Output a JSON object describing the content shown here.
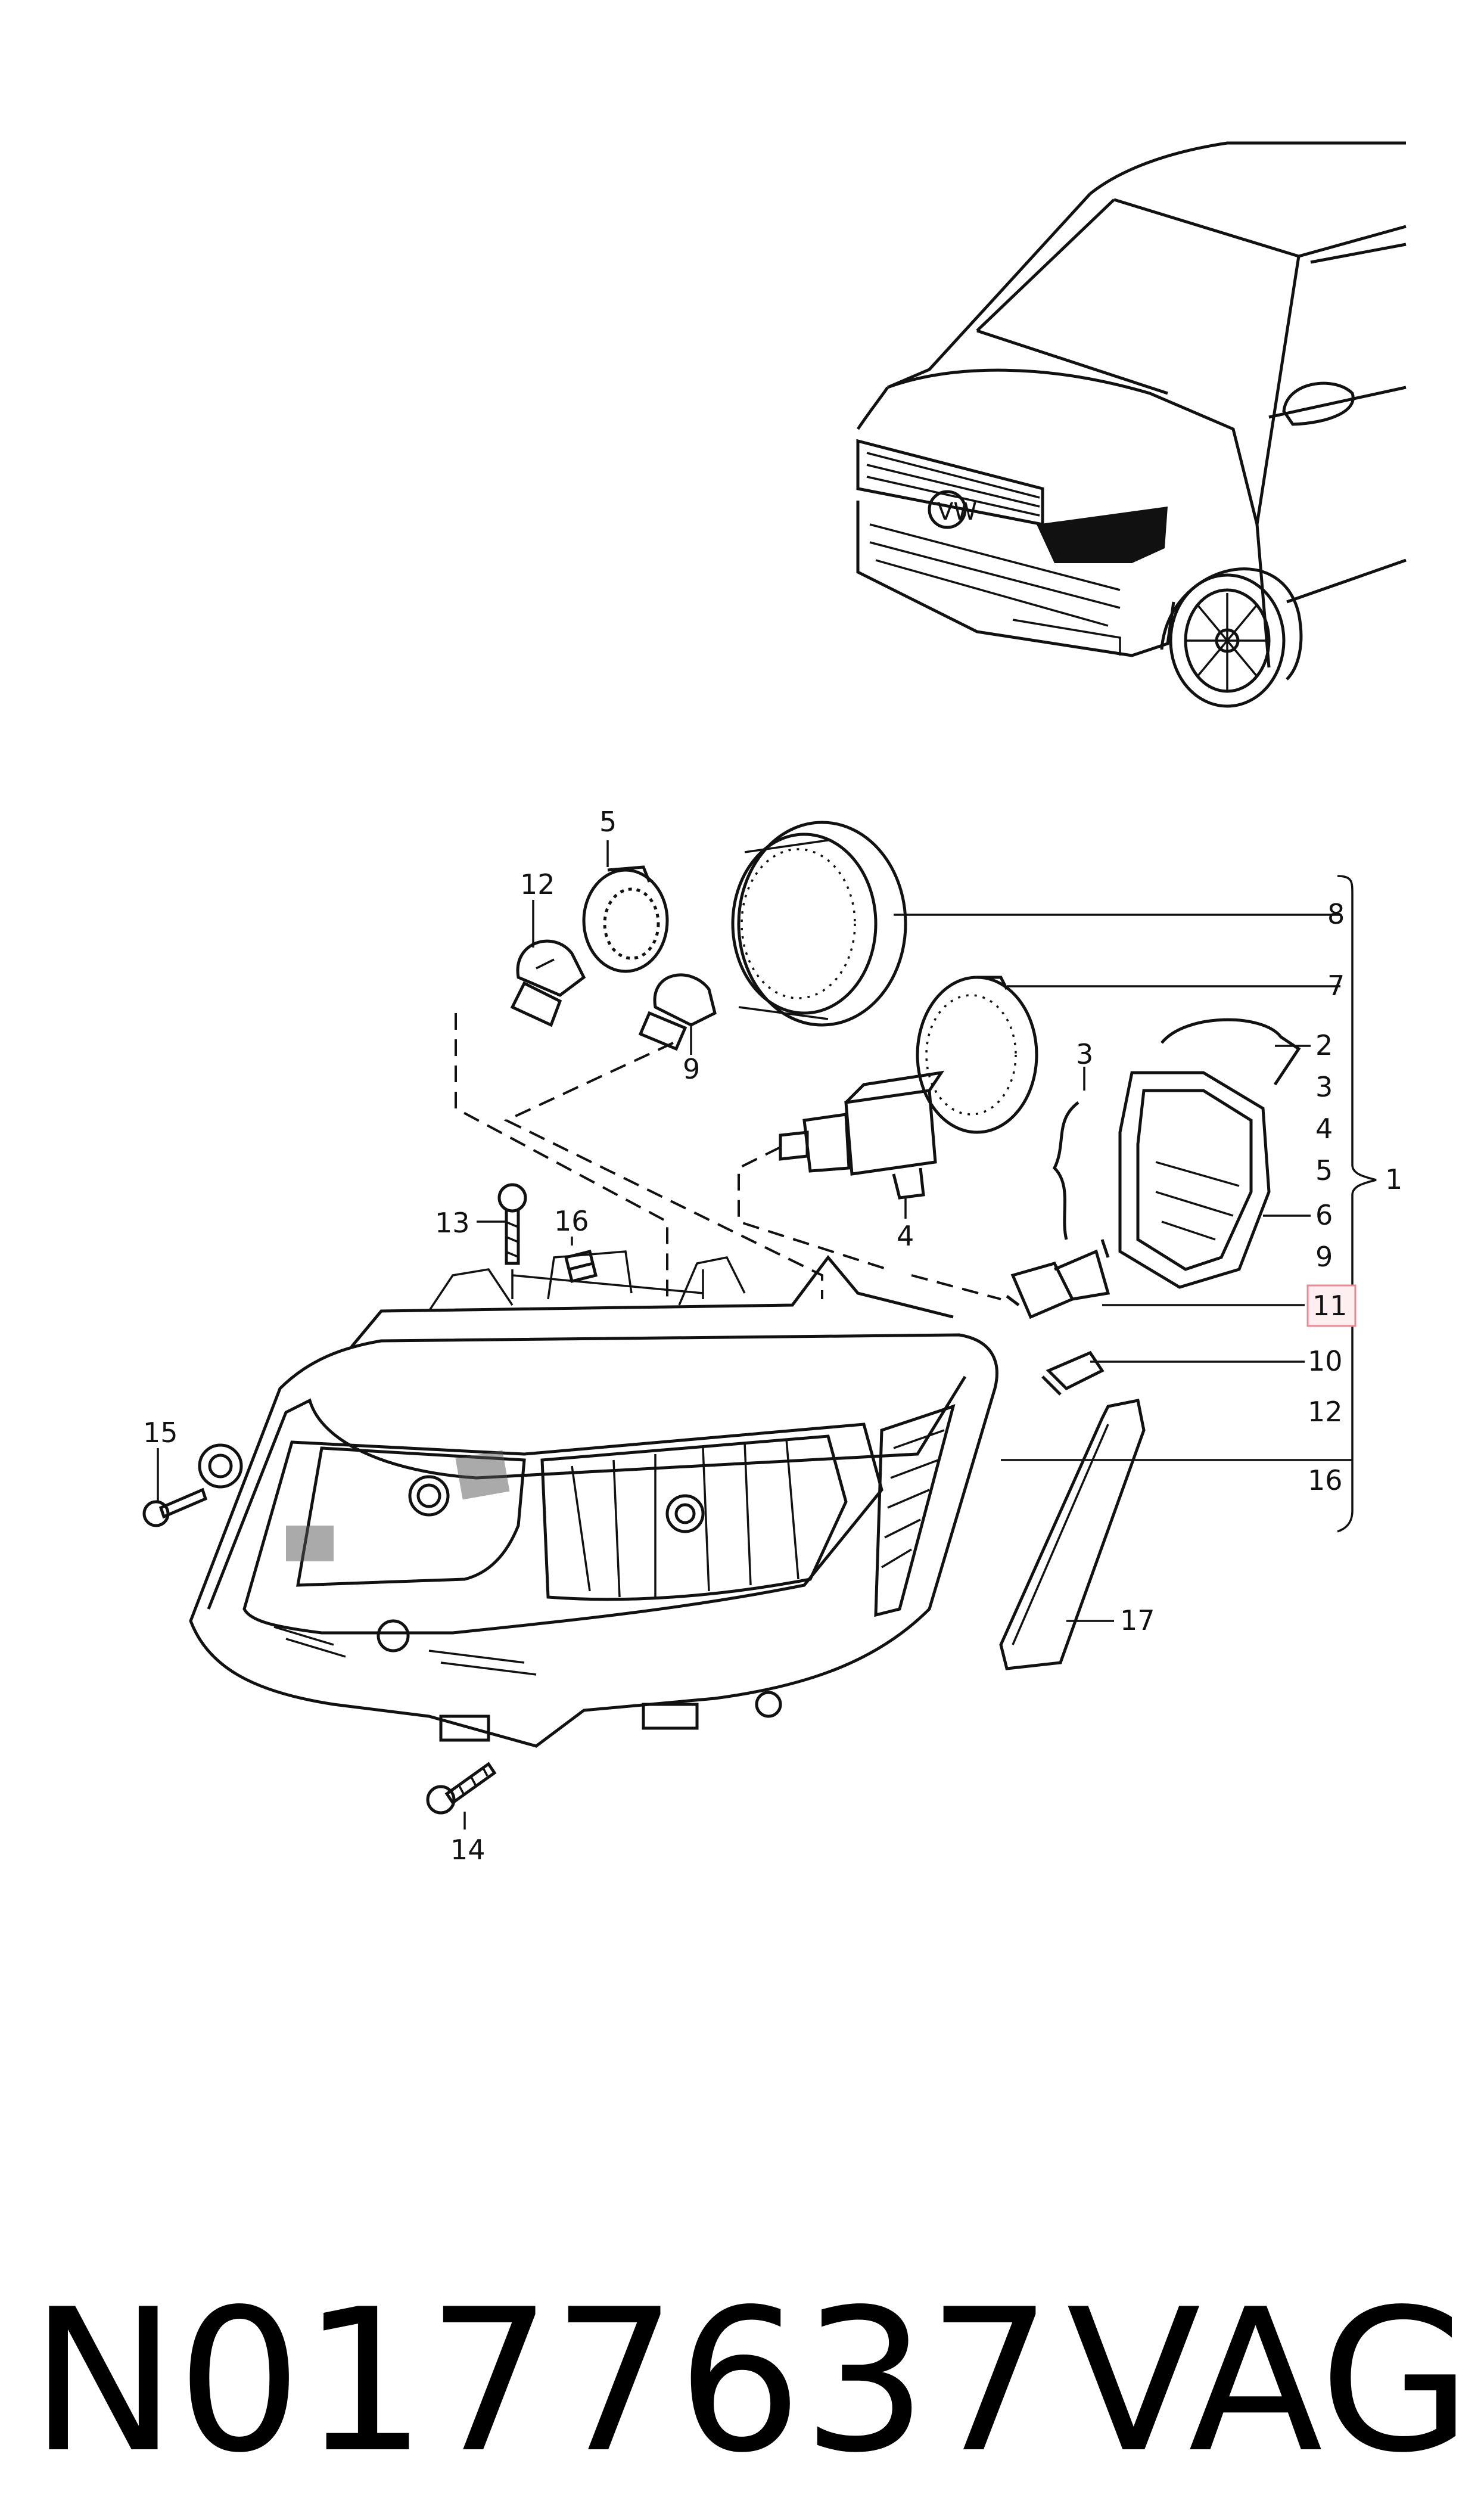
{
  "callouts": {
    "c1": "1",
    "c2": "2",
    "c3": "3",
    "c4": "4",
    "c5": "5",
    "c6": "6",
    "c7": "7",
    "c8": "8",
    "c9": "9",
    "c10": "10",
    "c11": "11",
    "c12": "12",
    "c13": "13",
    "c14": "14",
    "c15": "15",
    "c16": "16",
    "c17": "17"
  },
  "bracket_list": [
    "2",
    "3",
    "4",
    "5",
    "6",
    "9",
    "11",
    "10",
    "12",
    "16"
  ],
  "highlighted_callout": "11",
  "footer": {
    "part_number": "N0177637",
    "brand": "VAG"
  },
  "colors": {
    "line": "#111111",
    "highlight_border": "#e88a96",
    "highlight_fill": "#fdeef0"
  }
}
